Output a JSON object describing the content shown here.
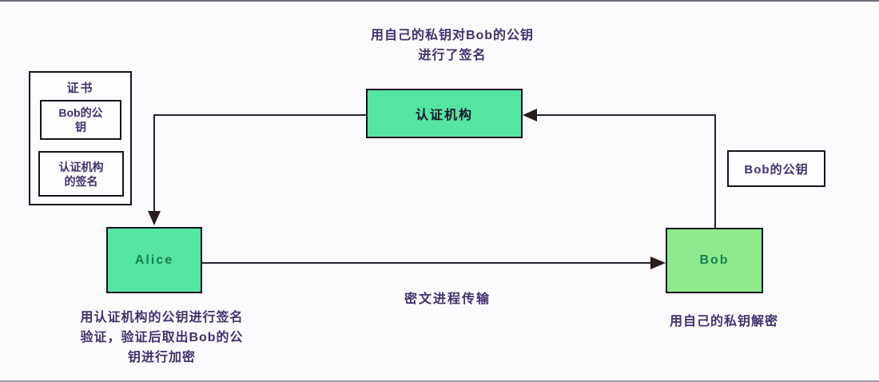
{
  "notes": {
    "top": "用自己的私钥对Bob的公钥\n进行了签名",
    "left": "用认证机构的公钥进行签名\n验证，验证后取出Bob的公\n钥进行加密",
    "middle": "密文进程传输",
    "right": "用自己的私钥解密"
  },
  "certificate": {
    "title": "证书",
    "bob_public_key": "Bob的公\n钥",
    "ca_signature": "认证机构\n的签名"
  },
  "nodes": {
    "ca": "认证机构",
    "alice": "Alice",
    "bob": "Bob",
    "bob_public_key": "Bob的公钥"
  },
  "colors": {
    "node_green": "#54e5a2",
    "node_light_green": "#8deb8d",
    "ink": "#43306e",
    "line": "#232334",
    "node_text_green": "#1c7f53"
  }
}
